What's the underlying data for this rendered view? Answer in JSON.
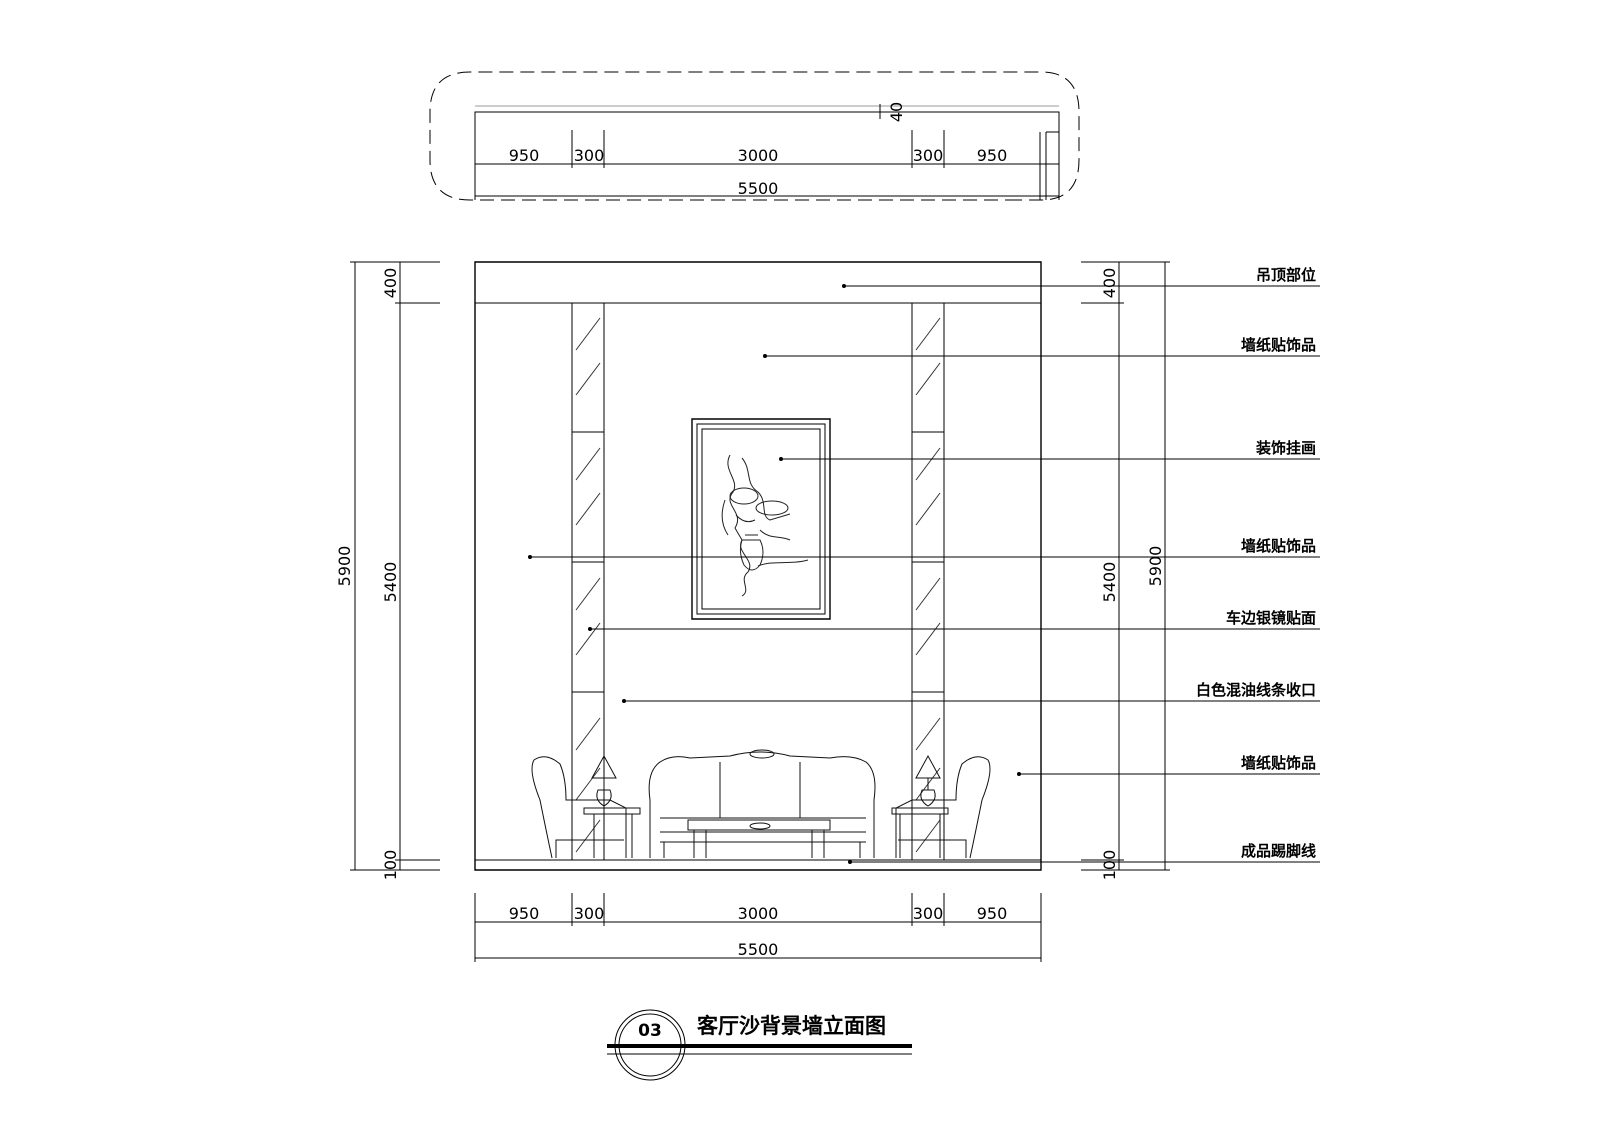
{
  "plan": {
    "dims_top": [
      "950",
      "300",
      "3000",
      "300",
      "950"
    ],
    "dim_total": "5500",
    "dim_depth": "40"
  },
  "elevation": {
    "left_dims": {
      "total": "5900",
      "ceiling": "400",
      "wall": "5400",
      "skirting": "100"
    },
    "right_dims": {
      "total": "5900",
      "ceiling": "400",
      "wall": "5400",
      "skirting": "100"
    },
    "bottom_dims": [
      "950",
      "300",
      "3000",
      "300",
      "950"
    ],
    "bottom_total": "5500",
    "labels": [
      "吊顶部位",
      "墙纸贴饰品",
      "装饰挂画",
      "墙纸贴饰品",
      "车边银镜贴面",
      "白色混油线条收口",
      "墙纸贴饰品",
      "成品踢脚线"
    ]
  },
  "title": {
    "number": "03",
    "text": "客厅沙背景墙立面图"
  }
}
